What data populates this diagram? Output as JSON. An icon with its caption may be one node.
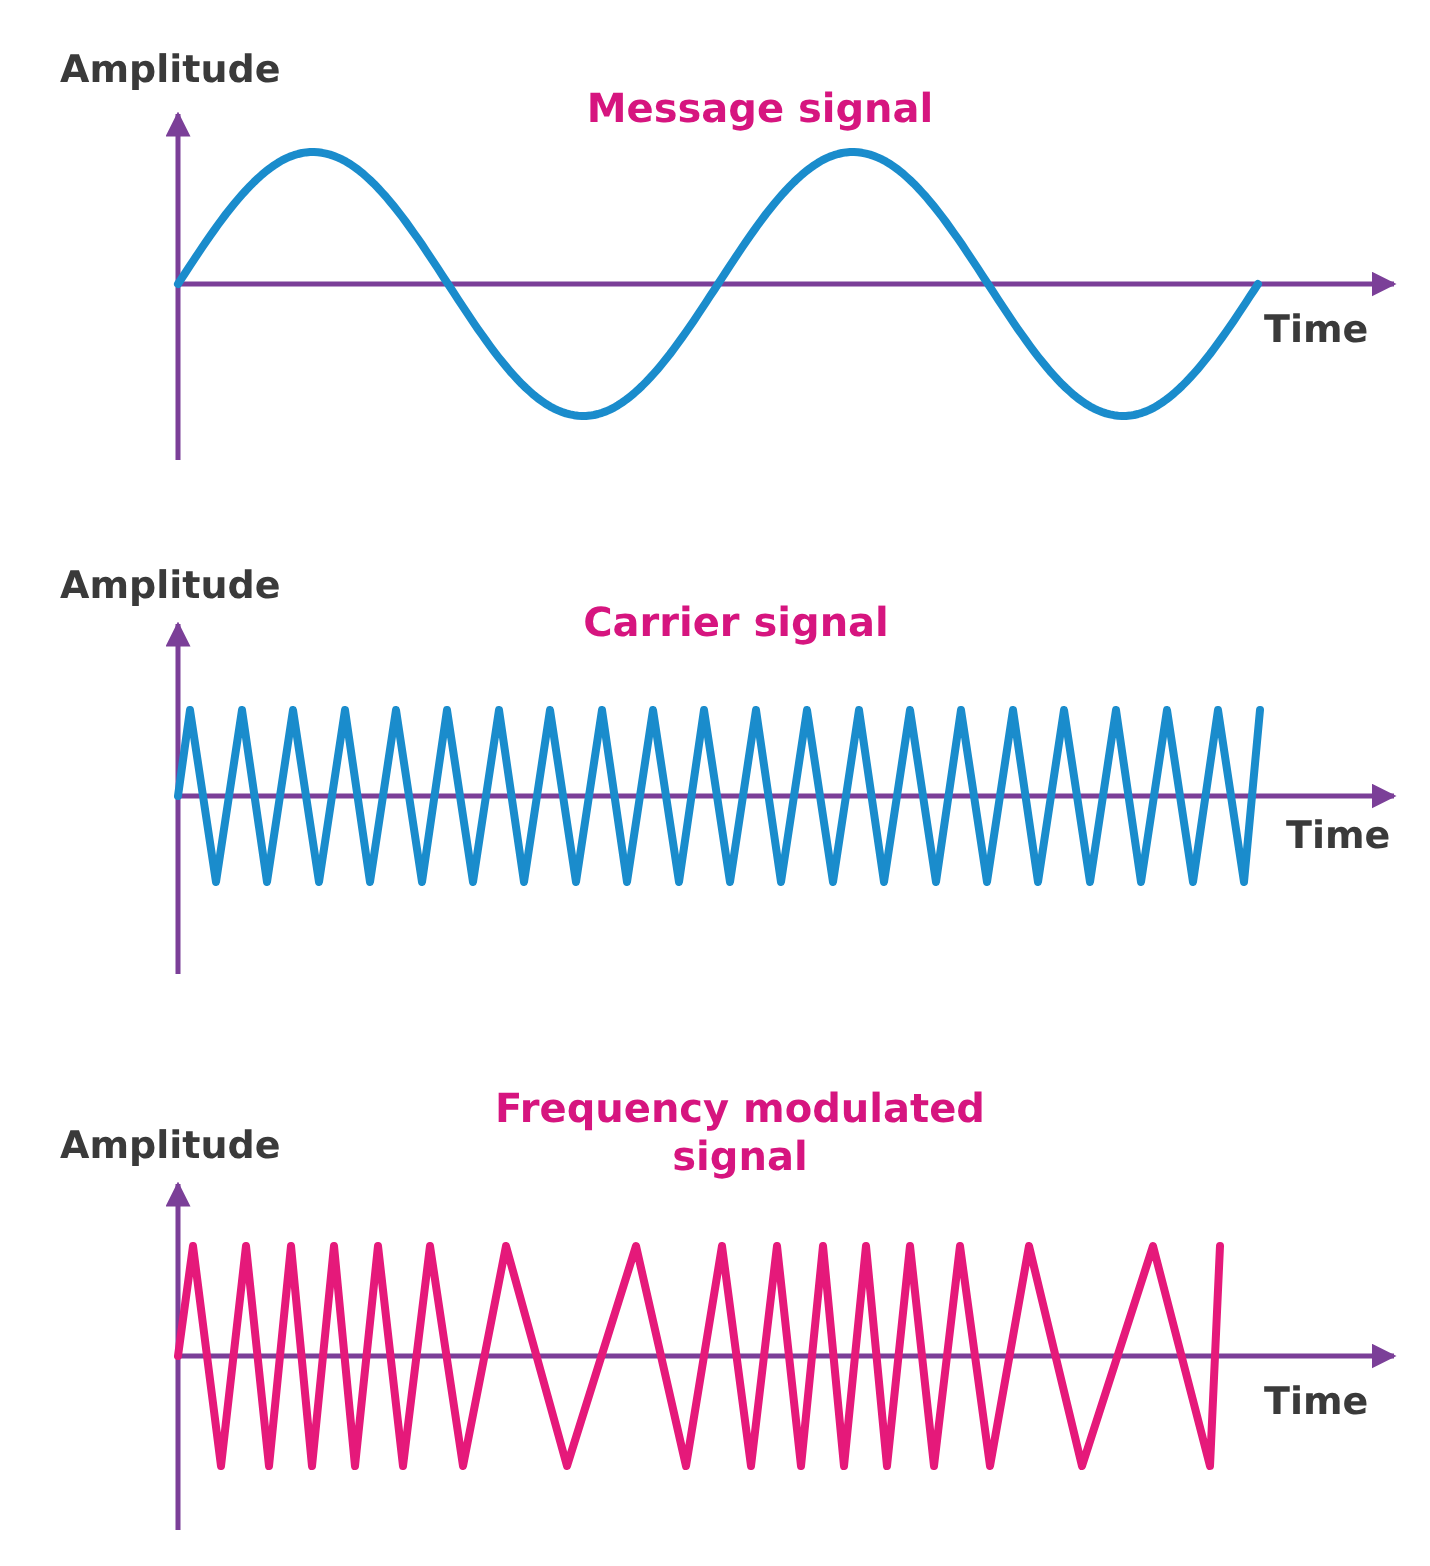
{
  "diagram": {
    "labels": [
      "Amplitude",
      "Message signal",
      "Time",
      "Amplitude",
      "Carrier signal",
      "Time",
      "Amplitude",
      "Frequency modulated signal",
      "Time"
    ]
  }
}
